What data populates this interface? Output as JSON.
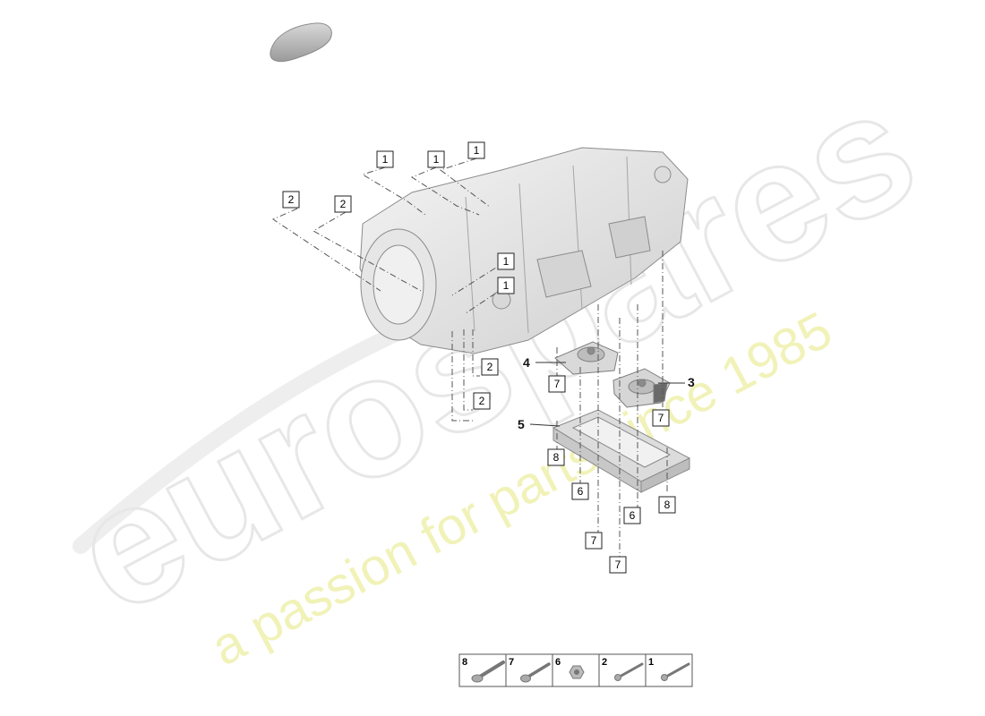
{
  "watermark": {
    "brand": "eurospares",
    "tagline": "a passion for parts since 1985"
  },
  "callouts": {
    "c1a": "1",
    "c1b": "1",
    "c1c": "1",
    "c1d": "1",
    "c1e": "1",
    "c2a": "2",
    "c2b": "2",
    "c2c": "2",
    "c2d": "2",
    "c7a": "7",
    "c7b": "7",
    "c7c": "7",
    "c7d": "7",
    "c8a": "8",
    "c8b": "8",
    "c6a": "6",
    "c6b": "6"
  },
  "part_labels": {
    "p3": "3",
    "p4": "4",
    "p5": "5"
  },
  "legend": {
    "items": [
      {
        "number": "8",
        "icon": "flange-bolt-icon"
      },
      {
        "number": "7",
        "icon": "flange-bolt-icon"
      },
      {
        "number": "6",
        "icon": "nut-icon"
      },
      {
        "number": "2",
        "icon": "bolt-icon"
      },
      {
        "number": "1",
        "icon": "bolt-icon"
      }
    ]
  }
}
